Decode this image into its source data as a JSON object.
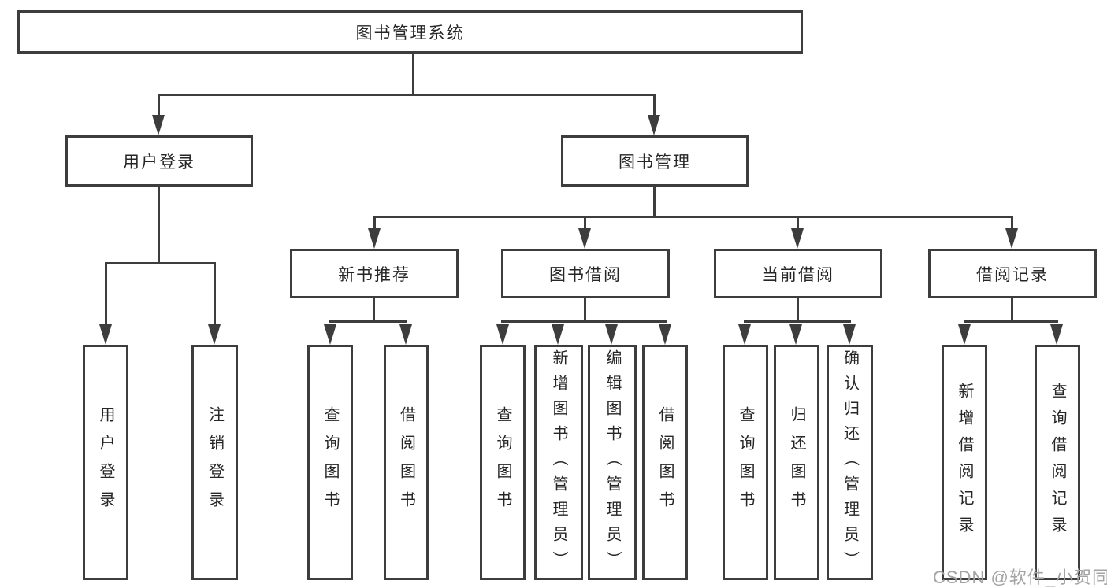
{
  "diagram": {
    "type": "hierarchy-tree",
    "watermark": "CSDN @软件_小贺同学",
    "colors": {
      "background": "#ffffff",
      "line": "#3d3d3d",
      "box_border": "#3d3d3d",
      "box_fill": "#ffffff",
      "text": "#262626",
      "watermark": "#a3a3a3"
    },
    "nodes": {
      "root": {
        "label": "图书管理系统"
      },
      "userLogin": {
        "label": "用户登录"
      },
      "bookMgmt": {
        "label": "图书管理"
      },
      "newBookRec": {
        "label": "新书推荐"
      },
      "bookBorrow": {
        "label": "图书借阅"
      },
      "currentBorrow": {
        "label": "当前借阅"
      },
      "borrowRecords": {
        "label": "借阅记录"
      },
      "leafUserLogin": {
        "label": "用户登录"
      },
      "leafLogout": {
        "label": "注销登录"
      },
      "leafQueryBooksA": {
        "label": "查询图书"
      },
      "leafBorrowBooksA": {
        "label": "借阅图书"
      },
      "leafQueryBooksB": {
        "label": "查询图书"
      },
      "leafAddBooks": {
        "label": "新增图书（管理员）"
      },
      "leafEditBooks": {
        "label": "编辑图书（管理员）"
      },
      "leafBorrowBooksB": {
        "label": "借阅图书"
      },
      "leafQueryBooksC": {
        "label": "查询图书"
      },
      "leafReturnBooks": {
        "label": "归还图书"
      },
      "leafConfirmReturn": {
        "label": "确认归还（管理员）"
      },
      "leafAddBorrowRecord": {
        "label": "新增借阅记录"
      },
      "leafQueryBorrowRecord": {
        "label": "查询借阅记录"
      }
    },
    "edges": [
      [
        "root",
        "userLogin"
      ],
      [
        "root",
        "bookMgmt"
      ],
      [
        "userLogin",
        "leafUserLogin"
      ],
      [
        "userLogin",
        "leafLogout"
      ],
      [
        "bookMgmt",
        "newBookRec"
      ],
      [
        "bookMgmt",
        "bookBorrow"
      ],
      [
        "bookMgmt",
        "currentBorrow"
      ],
      [
        "bookMgmt",
        "borrowRecords"
      ],
      [
        "newBookRec",
        "leafQueryBooksA"
      ],
      [
        "newBookRec",
        "leafBorrowBooksA"
      ],
      [
        "bookBorrow",
        "leafQueryBooksB"
      ],
      [
        "bookBorrow",
        "leafAddBooks"
      ],
      [
        "bookBorrow",
        "leafEditBooks"
      ],
      [
        "bookBorrow",
        "leafBorrowBooksB"
      ],
      [
        "currentBorrow",
        "leafQueryBooksC"
      ],
      [
        "currentBorrow",
        "leafReturnBooks"
      ],
      [
        "currentBorrow",
        "leafConfirmReturn"
      ],
      [
        "borrowRecords",
        "leafAddBorrowRecord"
      ],
      [
        "borrowRecords",
        "leafQueryBorrowRecord"
      ]
    ]
  }
}
